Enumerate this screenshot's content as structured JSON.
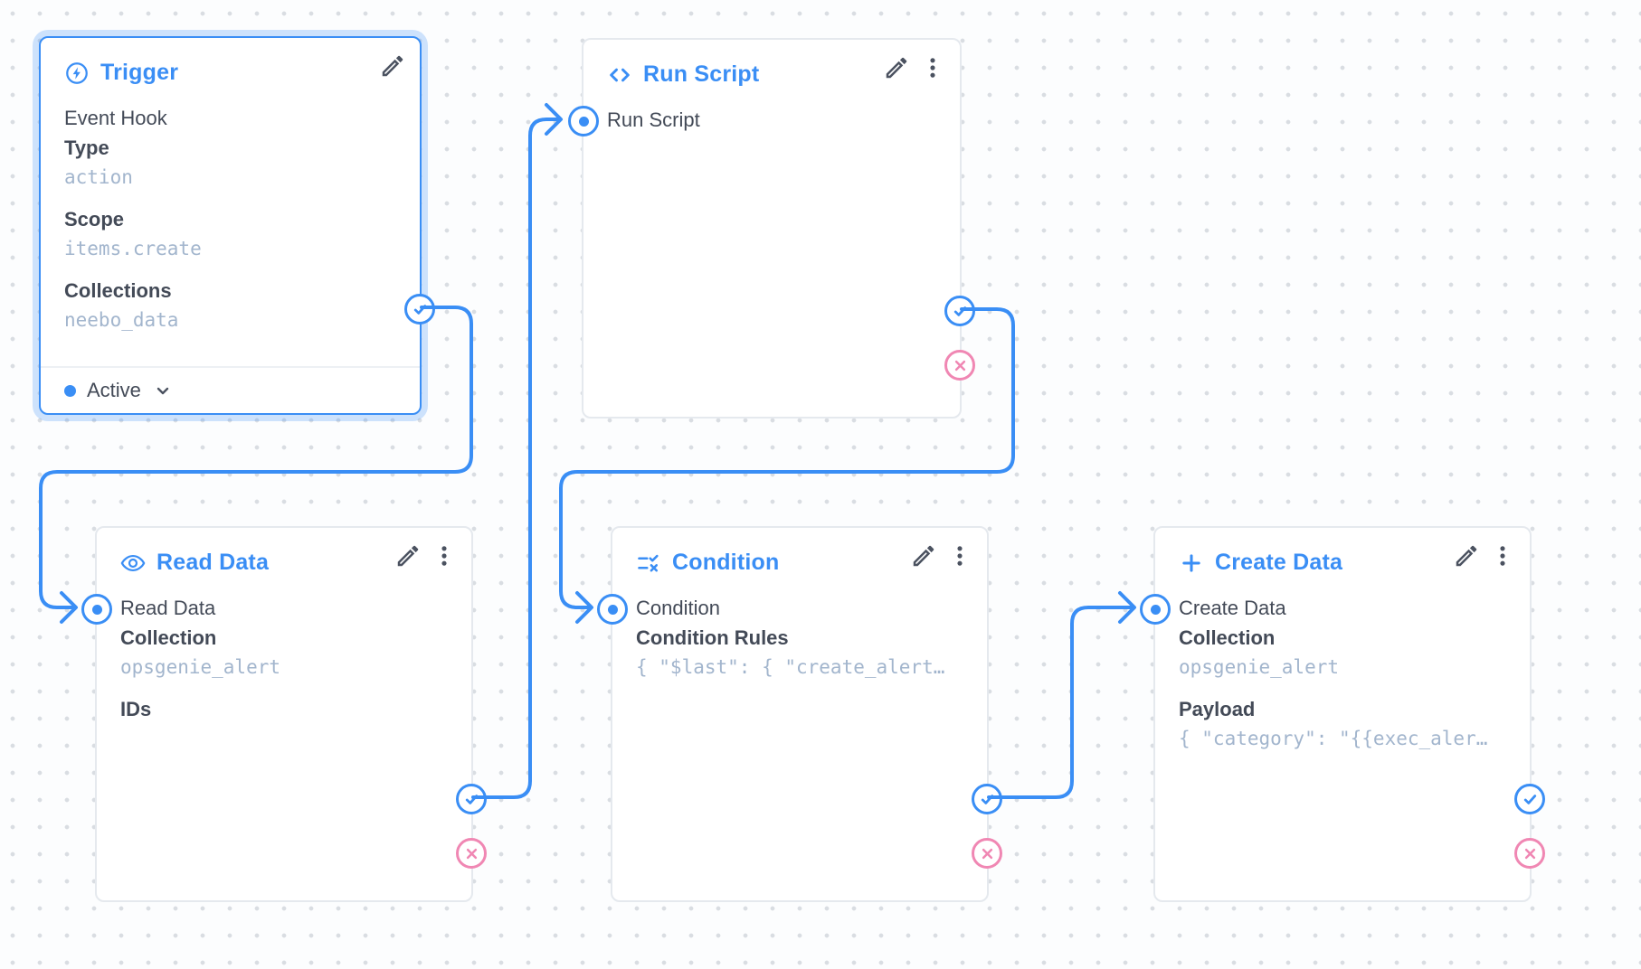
{
  "app": "flow-editor",
  "colors": {
    "primary_blue": "#3a8ef5",
    "reject_pink": "#f087b3",
    "text_dark": "#434a57",
    "text_subdued": "#a2b5cd",
    "node_border": "#e5e9ee",
    "background": "#fcfdfe",
    "grid_dot": "#d9dde2"
  },
  "icons": {
    "trigger": "bolt-circle-icon",
    "run_script": "code-icon",
    "read_data": "eye-icon",
    "condition": "rule-icon",
    "create_data": "plus-icon",
    "edit": "pencil-icon",
    "menu": "kebab-menu-icon",
    "resolve_port": "check-icon",
    "reject_port": "x-icon",
    "status_expand": "chevron-down-icon"
  },
  "nodes": {
    "trigger": {
      "title": "Trigger",
      "summary": "Event Hook",
      "fields": [
        {
          "name": "Type",
          "value": "action"
        },
        {
          "name": "Scope",
          "value": "items.create"
        },
        {
          "name": "Collections",
          "value": "neebo_data"
        }
      ],
      "status": "Active",
      "selected": true
    },
    "run_script": {
      "title": "Run Script",
      "label": "Run Script"
    },
    "read_data": {
      "title": "Read Data",
      "label": "Read Data",
      "fields": [
        {
          "name": "Collection",
          "value": "opsgenie_alert"
        },
        {
          "name": "IDs"
        }
      ]
    },
    "condition": {
      "title": "Condition",
      "label": "Condition",
      "fields": [
        {
          "name": "Condition Rules",
          "value": "{ \"$last\": { \"create_alert…"
        }
      ]
    },
    "create_data": {
      "title": "Create Data",
      "label": "Create Data",
      "fields": [
        {
          "name": "Collection",
          "value": "opsgenie_alert"
        },
        {
          "name": "Payload",
          "value": "{ \"category\": \"{{exec_aler…"
        }
      ]
    }
  },
  "edges": [
    {
      "from": "trigger",
      "port": "resolve",
      "to": "read_data"
    },
    {
      "from": "read_data",
      "port": "resolve",
      "to": "run_script"
    },
    {
      "from": "run_script",
      "port": "resolve",
      "to": "condition"
    },
    {
      "from": "condition",
      "port": "resolve",
      "to": "create_data"
    }
  ]
}
